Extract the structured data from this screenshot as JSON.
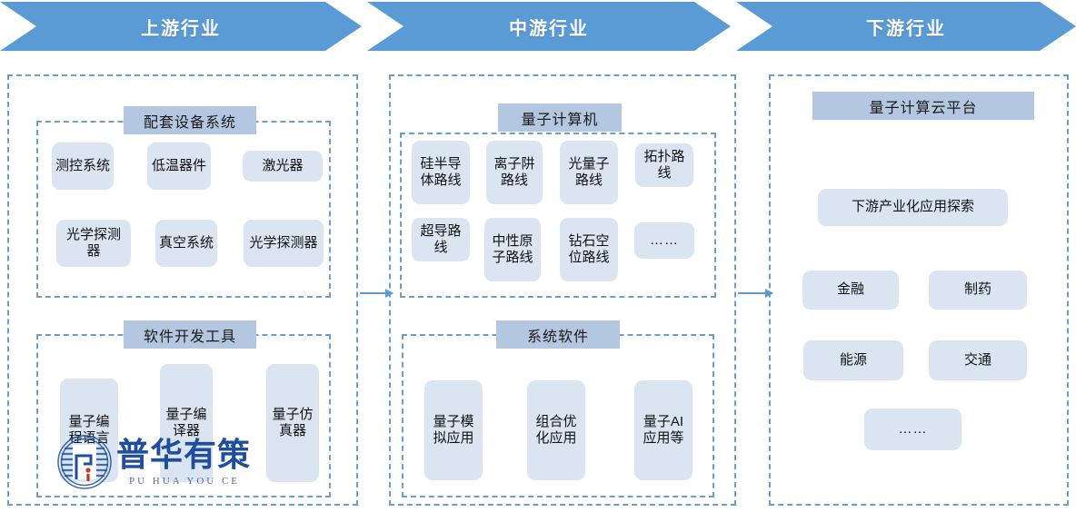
{
  "header": {
    "stages": [
      {
        "label": "上游行业",
        "name": "upstream"
      },
      {
        "label": "中游行业",
        "name": "midstream"
      },
      {
        "label": "下游行业",
        "name": "downstream"
      }
    ]
  },
  "colors": {
    "chevron": "#5b9bd5",
    "dashed_border": "#6b9ec9",
    "group_banner": "#b4c7e0",
    "chip_fill": "#dbe5f1",
    "arrow": "#5b9bd5",
    "watermark_text": "#1f4e9c"
  },
  "upstream": {
    "groups": [
      {
        "title": "配套设备系统",
        "items": [
          {
            "label": "测控系统"
          },
          {
            "label": "低温器件"
          },
          {
            "label": "激光器"
          },
          {
            "label": "光学探测器"
          },
          {
            "label": "真空系统"
          },
          {
            "label": "光学探测器"
          }
        ]
      },
      {
        "title": "软件开发工具",
        "items": [
          {
            "label": "量子编程语言"
          },
          {
            "label": "量子编译器"
          },
          {
            "label": "量子仿真器"
          }
        ]
      }
    ]
  },
  "midstream": {
    "groups": [
      {
        "title": "量子计算机",
        "items": [
          {
            "label": "硅半导体路线"
          },
          {
            "label": "离子阱路线"
          },
          {
            "label": "光量子路线"
          },
          {
            "label": "拓扑路线"
          },
          {
            "label": "超导路线"
          },
          {
            "label": "中性原子路线"
          },
          {
            "label": "钻石空位路线"
          },
          {
            "label": "……"
          }
        ]
      },
      {
        "title": "系统软件",
        "items": [
          {
            "label": "量子模拟应用"
          },
          {
            "label": "组合优化应用"
          },
          {
            "label": "量子AI应用等"
          }
        ]
      }
    ]
  },
  "downstream": {
    "platform_title": "量子计算云平台",
    "exploration": "下游产业化应用探索",
    "sectors": [
      {
        "label": "金融"
      },
      {
        "label": "制药"
      },
      {
        "label": "能源"
      },
      {
        "label": "交通"
      },
      {
        "label": "……"
      }
    ]
  },
  "watermark": {
    "text": "普华有策",
    "subtext": "PU HUA YOU CE"
  }
}
